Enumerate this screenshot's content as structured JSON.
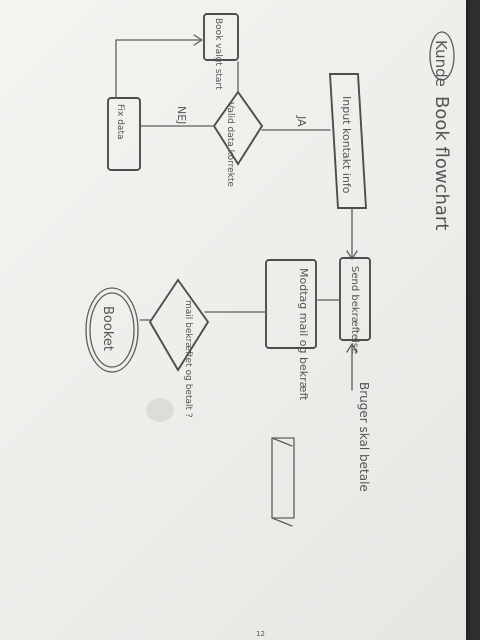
{
  "diagram": {
    "title_prefix": "Kunde",
    "title": "Book flowchart",
    "nodes": {
      "input_data": "Input kontakt info",
      "send_confirmation": "Send bekræftelse",
      "valid_data": "Valid data korrekte",
      "fix_data": "Fix data",
      "receive_mail": "Modtag mail og bekræft",
      "confirmed": "mail bekræftet og betalt ?",
      "booked": "Booket",
      "start": "Book valgt start"
    },
    "edge_labels": {
      "yes": "JA",
      "no": "NEJ",
      "paid": "Bruger skal betale"
    },
    "footer_mark": "12"
  }
}
